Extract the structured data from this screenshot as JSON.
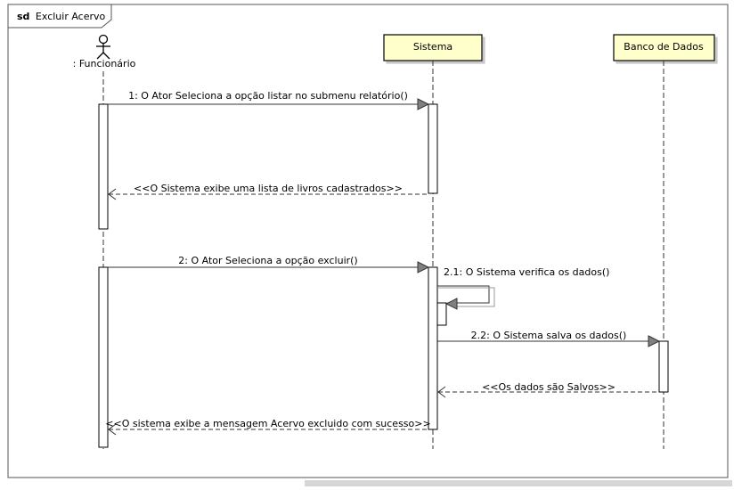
{
  "frame": {
    "keyword": "sd",
    "name": "Excluir Acervo"
  },
  "actor": {
    "label": ": Funcionário",
    "icon": "stick-figure-actor-icon"
  },
  "lifelines": [
    {
      "id": "sistema",
      "label": "Sistema"
    },
    {
      "id": "banco",
      "label": "Banco de Dados"
    }
  ],
  "messages": [
    {
      "id": "m1",
      "text": "1: O Ator Seleciona a opção listar no submenu relatório()",
      "kind": "sync",
      "from": "funcionario",
      "to": "sistema"
    },
    {
      "id": "r1",
      "text": "<<O Sistema exibe uma lista de livros cadastrados>>",
      "kind": "return",
      "from": "sistema",
      "to": "funcionario"
    },
    {
      "id": "m2",
      "text": "2: O Ator Seleciona a opção excluir()",
      "kind": "sync",
      "from": "funcionario",
      "to": "sistema"
    },
    {
      "id": "m21",
      "text": "2.1: O Sistema verifica os dados()",
      "kind": "self",
      "from": "sistema",
      "to": "sistema"
    },
    {
      "id": "m22",
      "text": "2.2: O Sistema salva os dados()",
      "kind": "sync",
      "from": "sistema",
      "to": "banco"
    },
    {
      "id": "r22",
      "text": "<<Os dados são Salvos>>",
      "kind": "return",
      "from": "banco",
      "to": "sistema"
    },
    {
      "id": "r2",
      "text": "<<O sistema exibe a mensagem Acervo excluido com sucesso>>",
      "kind": "return",
      "from": "sistema",
      "to": "funcionario"
    }
  ],
  "colors": {
    "lifeline_box_fill": "#ffffcc",
    "arrow_head_fill": "#808080",
    "line": "#333333"
  }
}
